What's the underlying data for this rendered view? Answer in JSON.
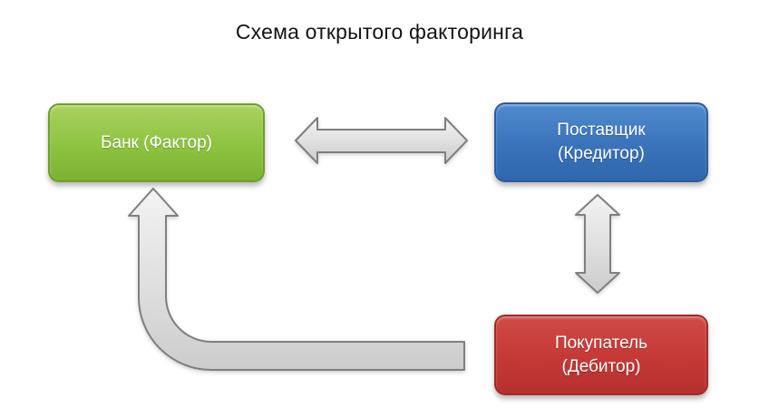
{
  "title": "Схема открытого факторинга",
  "nodes": {
    "bank": {
      "label": "Банк (Фактор)",
      "color": "#8ec341"
    },
    "supplier": {
      "label_line1": "Поставщик",
      "label_line2": "(Кредитор)",
      "color": "#3a73ba"
    },
    "buyer": {
      "label_line1": "Покупатель",
      "label_line2": "(Дебитор)",
      "color": "#c43936"
    }
  },
  "arrows": {
    "fill_light": "#f2f2f2",
    "fill_dark": "#cfcfcf",
    "stroke": "#7f7f7f",
    "bank_supplier": "double-headed horizontal arrow between Банк (Фактор) and Поставщик (Кредитор)",
    "supplier_buyer": "double-headed vertical arrow between Поставщик (Кредитор) and Покупатель (Дебитор)",
    "buyer_bank": "elbow arrow from Покупатель (Дебитор) bending up to Банк (Фактор)"
  }
}
